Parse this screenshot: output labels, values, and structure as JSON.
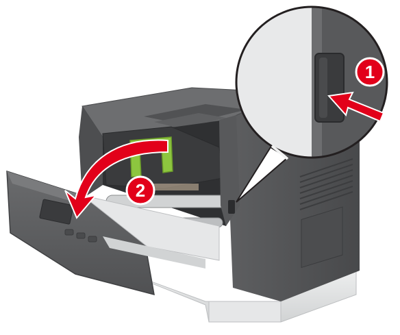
{
  "illustration": {
    "subject": "printer",
    "steps": [
      {
        "number": "1",
        "color": "#e2001a"
      },
      {
        "number": "2",
        "color": "#e2001a"
      }
    ],
    "colors": {
      "printer_body": "#58595b",
      "printer_body_dark": "#3f4042",
      "printer_body_light": "#7a7b7d",
      "cartridge_handle": "#8dc63f",
      "base_tray": "#e6e7e8",
      "arrow": "#e2001a",
      "magnifier_bg": "#f1f2f2"
    }
  }
}
